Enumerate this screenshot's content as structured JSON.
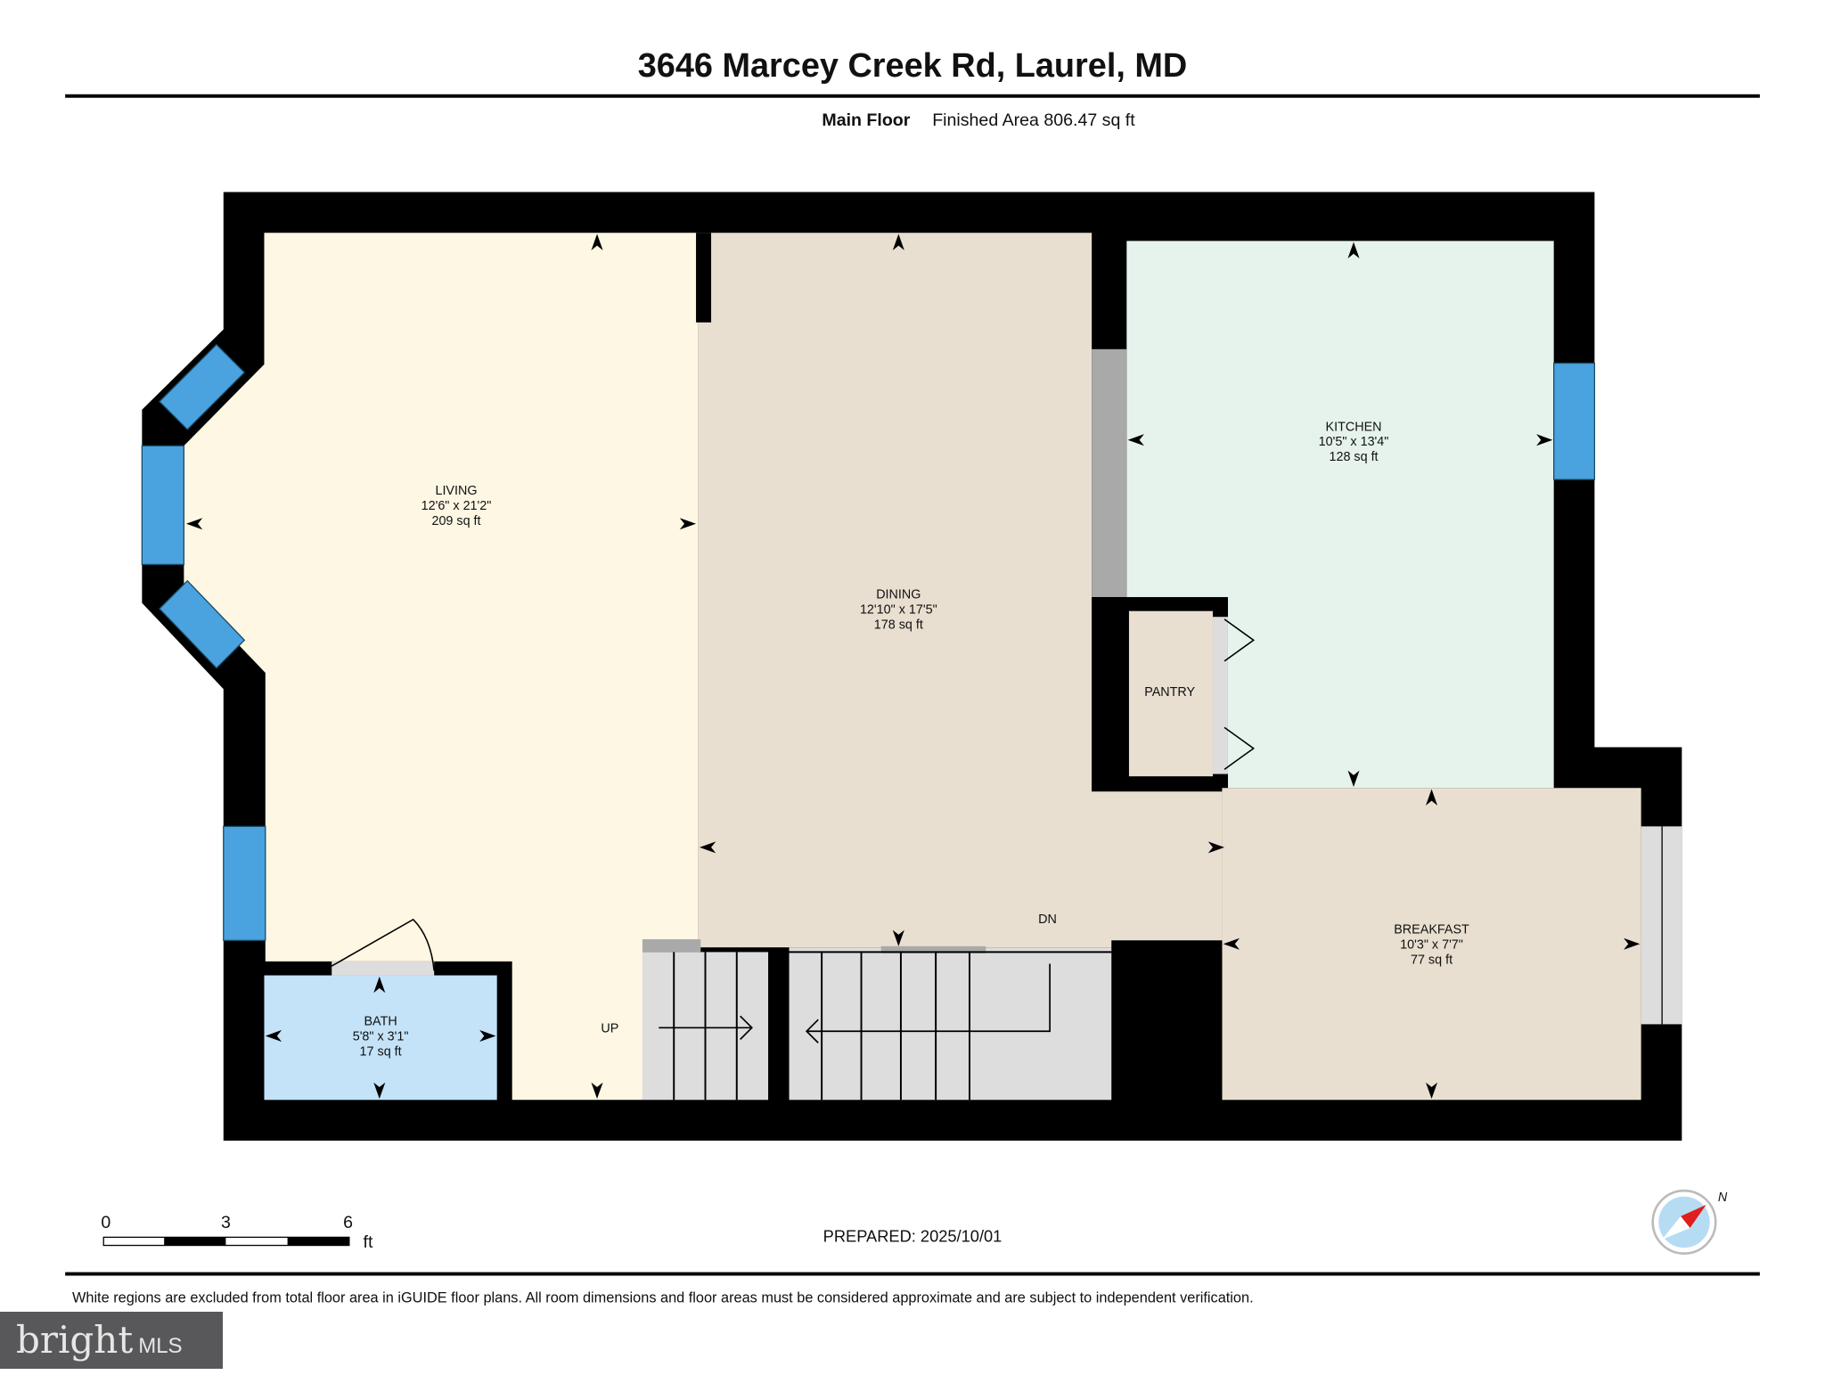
{
  "title": "3646 Marcey Creek Rd, Laurel, MD",
  "floor": {
    "name": "Main Floor",
    "area": "Finished Area 806.47 sq ft"
  },
  "rooms": {
    "living": {
      "name": "LIVING",
      "dims": "12'6\" x 21'2\"",
      "area": "209 sq ft"
    },
    "dining": {
      "name": "DINING",
      "dims": "12'10\" x 17'5\"",
      "area": "178 sq ft"
    },
    "kitchen": {
      "name": "KITCHEN",
      "dims": "10'5\" x 13'4\"",
      "area": "128 sq ft"
    },
    "pantry": {
      "name": "PANTRY"
    },
    "breakfast": {
      "name": "BREAKFAST",
      "dims": "10'3\" x 7'7\"",
      "area": "77 sq ft"
    },
    "bath": {
      "name": "BATH",
      "dims": "5'8\" x 3'1\"",
      "area": "17 sq ft"
    }
  },
  "stairs": {
    "up": "UP",
    "down": "DN"
  },
  "scale": {
    "ticks": [
      "0",
      "3",
      "6"
    ],
    "unit": "ft"
  },
  "prepared": "PREPARED: 2025/10/01",
  "compass": {
    "label": "N"
  },
  "disclaimer": "White regions are excluded from total floor area in iGUIDE floor plans. All room dimensions and floor areas must be considered approximate and are subject to independent verification.",
  "logo": {
    "text": "bright",
    "suffix": "MLS"
  },
  "colors": {
    "living": "#fdf7e3",
    "dining": "#e8dfd0",
    "kitchen": "#e6f3ec",
    "bath": "#c4e3f8",
    "window": "#4aa3df",
    "wall": "#000000"
  }
}
